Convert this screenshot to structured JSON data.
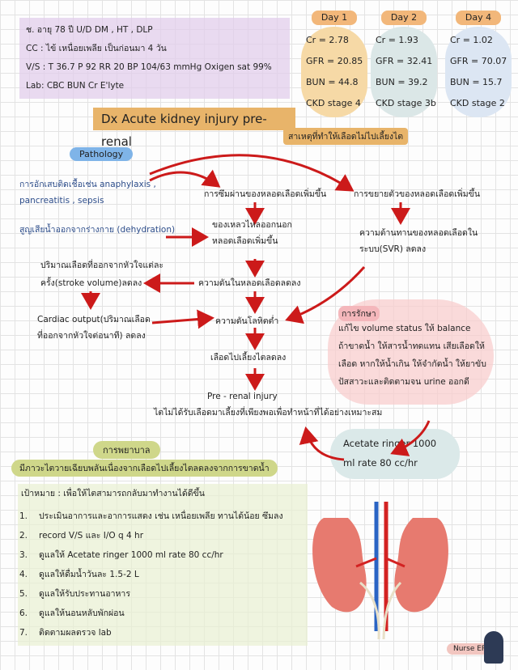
{
  "patient": {
    "line1": "ช. อายุ 78 ปี U/D   DM , HT , DLP",
    "cc": "CC : ไข้ เหนื่อยเพลีย เป็นก่อนมา 4 วัน",
    "vs": "V/S : T 36.7 P 92 RR 20 BP 104/63 mmHg Oxigen sat 99%",
    "lab": "Lab: CBC BUN Cr E'lyte"
  },
  "days": [
    {
      "label": "Day 1",
      "cr": "Cr = 2.78",
      "gfr": "GFR = 20.85",
      "bun": "BUN = 44.8",
      "ckd": "CKD stage 4",
      "color": "#f6d9a6"
    },
    {
      "label": "Day 2",
      "cr": "Cr = 1.93",
      "gfr": "GFR = 32.41",
      "bun": "BUN = 39.2",
      "ckd": "CKD stage 3b",
      "color": "#dbe7e7"
    },
    {
      "label": "Day 4",
      "cr": "Cr = 1.02",
      "gfr": "GFR = 70.07",
      "bun": "BUN = 15.7",
      "ckd": "CKD stage 2",
      "color": "#dce6f3"
    }
  ],
  "title": "Dx Acute kidney injury  pre-renal",
  "subtitle": "สาเหตุที่ทำให้เลือดไม่ไปเลี้ยงไต",
  "pathology": {
    "label": "Pathology",
    "cause1a": "การอักเสบติดเชื้อเช่น anaphylaxis ,",
    "cause1b": "pancreatitis , sepsis",
    "cause2": "สูญเสียน้ำออกจากร่างกาย (dehydration)",
    "perm": "การซึมผ่านของหลอดเลือดเพิ่มขึ้น",
    "dil": "การขยายตัวของหลอดเลือดเพิ่มขึ้น",
    "fluid1": "ของเหลวไหลออกนอก",
    "fluid2": "หลอดเลือดเพิ่มขึ้น",
    "svr1": "ความต้านทานของหลอดเลือดใน",
    "svr2": "ระบบ(SVR) ลดลง",
    "sv1": "ปริมาณเลือดที่ออกจากหัวใจแต่ละ",
    "sv2": "ครั้ง(stroke volume)ลดลง",
    "vp": "ความดันในหลอดเลือดลดลง",
    "co1": "Cardiac output(ปริมาณเลือด",
    "co2": "ที่ออกจากหัวใจต่อนาที) ลดลง",
    "hypo": "ความดันโลหิตต่ำ",
    "renal": "เลือดไปเลี้ยงไตลดลง",
    "pre": "Pre - renal injury",
    "pre_desc": "ไตไม่ได้รับเลือดมาเลี้ยงที่เพียงพอเพื่อทำหน้าที่ได้อย่างเหมาะสม"
  },
  "treatment": {
    "label": "การรักษา",
    "l1": "แก้ไข volume status ให้ balance",
    "l2": "ถ้าขาดน้ำ ให้สารน้ำทดแทน เสียเลือดให้",
    "l3": "เลือด หากให้น้ำเกิน ให้จำกัดน้ำ ให้ยาขับ",
    "l4": "ปัสสาวะและติดตามจน urine ออกดี"
  },
  "acetate": {
    "l1": "Acetate ringer 1000",
    "l2": "ml rate 80 cc/hr"
  },
  "nursing": {
    "label": "การพยาบาล",
    "diagnosis": "มีภาวะไตวายเฉียบพลันเนื่องจากเลือดไปเลี้ยงไตลดลงจากการขาดน้ำ",
    "goal": "เป้าหมาย : เพื่อให้ไตสามารถกลับมาทำงานได้ดีขึ้น",
    "items": [
      {
        "n": "1.",
        "t": "ประเมินอาการและอาการแสดง เช่น เหนื่อยเพลีย ทานได้น้อย ซึมลง"
      },
      {
        "n": "2.",
        "t": "record V/S และ I/O q 4 hr"
      },
      {
        "n": "3.",
        "t": "ดูแลให้ Acetate ringer 1000 ml rate 80 cc/hr"
      },
      {
        "n": "4.",
        "t": "ดูแลให้ดื่มน้ำวันละ 1.5-2 L"
      },
      {
        "n": "5.",
        "t": "ดูแลให้รับประทานอาหาร"
      },
      {
        "n": "6.",
        "t": "ดูแลให้นอนหลับพักผ่อน"
      },
      {
        "n": "7.",
        "t": "ติดตามผลตรวจ lab"
      }
    ]
  },
  "footer": {
    "badge": "Nurse ER"
  },
  "colors": {
    "arrow": "#cc1a1a",
    "pathology": "#7fb4e8",
    "nursing": "#cfd78a"
  }
}
